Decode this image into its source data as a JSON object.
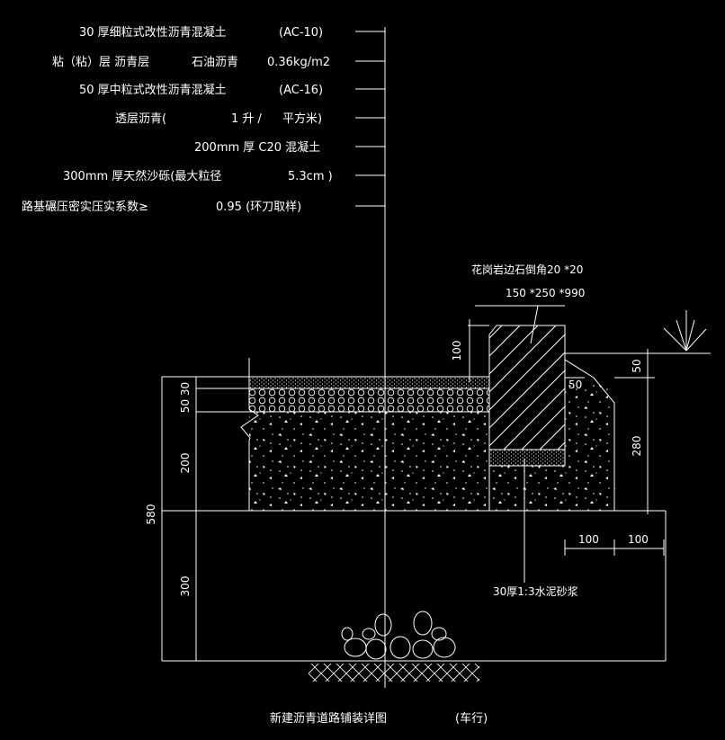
{
  "layer_notes": [
    {
      "left": "30 厚细粒式改性沥青混凝土",
      "right": "(AC-10)"
    },
    {
      "left": "粘（粘）层  沥青层",
      "mid": "石油沥青",
      "right": "0.36kg/m2"
    },
    {
      "left": "50 厚中粒式改性沥青混凝土",
      "right": "(AC-16)"
    },
    {
      "left": "透层沥青(",
      "mid": "1 升  /",
      "right": "平方米)"
    },
    {
      "left": "200mm 厚  C20 混凝土"
    },
    {
      "left": "300mm 厚天然沙砾(最大粒径",
      "right": "5.3cm  )"
    },
    {
      "left": "路基碾压密实压实系数≥",
      "right": "0.95 (环刀取样)"
    }
  ],
  "curb": {
    "name": "花岗岩边石倒角20 *20",
    "size": "150 *250 *990"
  },
  "dims": {
    "d100_top": "100",
    "d50_top": "50",
    "d50_chamfer": "50",
    "d280": "280",
    "d100_a": "100",
    "d100_b": "100",
    "d5030": "50 30",
    "d200": "200",
    "d580": "580",
    "d300": "300"
  },
  "mortar_note": "30厚1:3水泥砂浆",
  "title": "新建沥青道路铺装详图",
  "subtitle": "(车行)"
}
